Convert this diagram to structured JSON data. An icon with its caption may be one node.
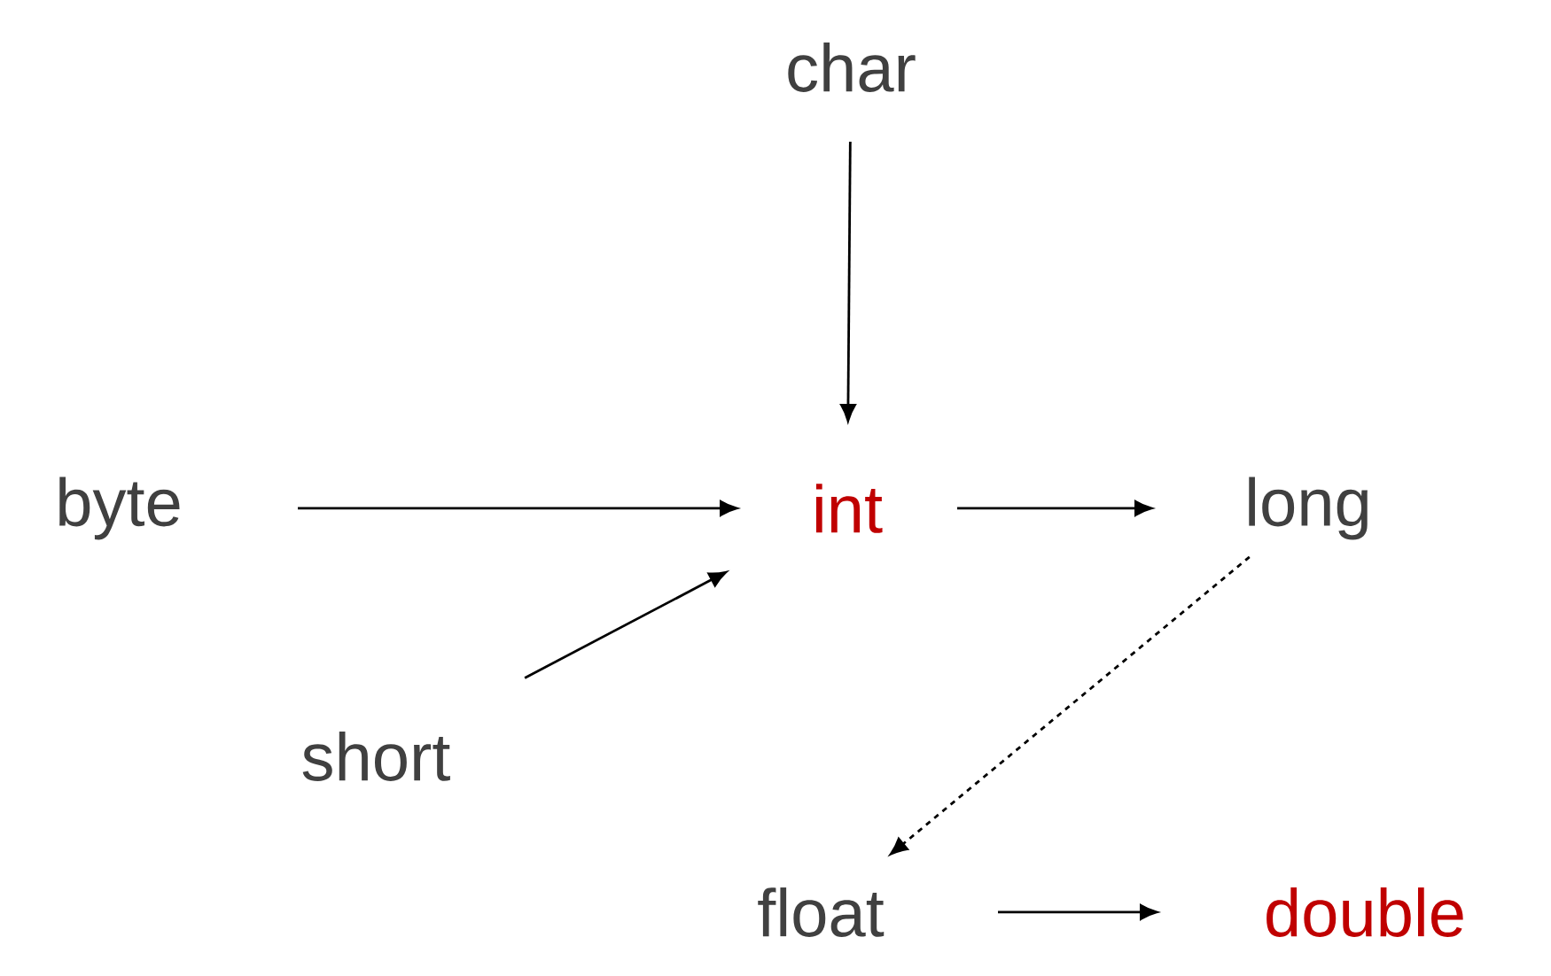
{
  "diagram": {
    "nodes": [
      {
        "text": [
          "char"
        ]
      },
      {
        "text": [
          "byte"
        ]
      },
      {
        "text": [
          "int"
        ]
      },
      {
        "text": [
          "long"
        ]
      },
      {
        "text": [
          "short"
        ]
      },
      {
        "text": [
          "float"
        ]
      },
      {
        "text": [
          "double"
        ]
      }
    ],
    "edges": [
      {
        "from": 0,
        "to": 2,
        "arrow": "to"
      },
      {
        "from": 1,
        "to": 2,
        "arrow": "to"
      },
      {
        "from": 2,
        "to": 3,
        "arrow": "to"
      },
      {
        "from": 4,
        "to": 2,
        "arrow": "to"
      },
      {
        "from": 3,
        "to": 5,
        "arrow": "to",
        "style": "dashed"
      },
      {
        "from": 5,
        "to": 6,
        "arrow": "to"
      }
    ]
  }
}
